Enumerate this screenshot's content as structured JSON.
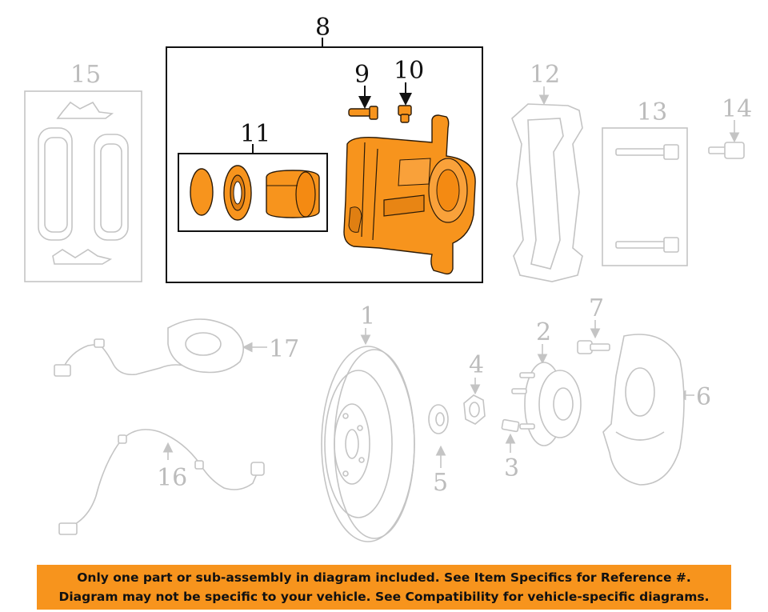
{
  "labels": {
    "l1": "1",
    "l2": "2",
    "l3": "3",
    "l4": "4",
    "l5": "5",
    "l6": "6",
    "l7": "7",
    "l8": "8",
    "l9": "9",
    "l10": "10",
    "l11": "11",
    "l12": "12",
    "l13": "13",
    "l14": "14",
    "l15": "15",
    "l16": "16",
    "l17": "17"
  },
  "banner": {
    "line1": "Only one part or sub-assembly in diagram included. See Item Specifics for Reference #.",
    "line2": "Diagram may not be specific to your vehicle. See Compatibility for vehicle-specific diagrams."
  },
  "colors": {
    "highlight": "#f7941d",
    "inactive": "#c4c4c4",
    "active_outline": "#111111"
  }
}
